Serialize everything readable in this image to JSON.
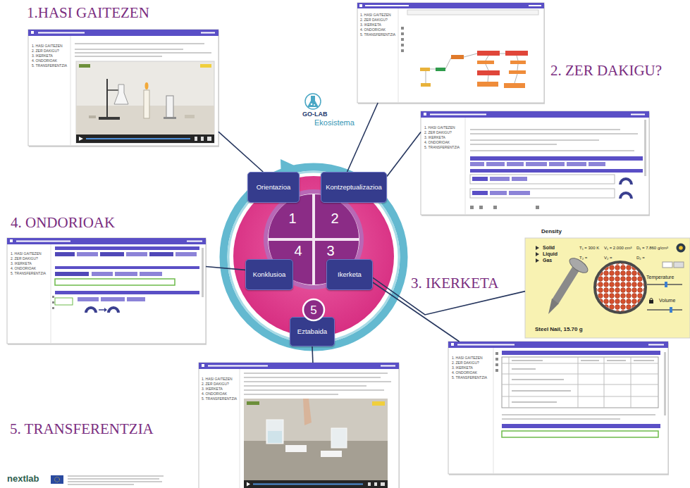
{
  "diagram": {
    "nodes": [
      {
        "text": [
          "1. HASI GAITEZEN",
          "2. ZER DAKIGU?",
          "3. IKERKETA",
          "4. ONDORIOAK",
          "5. TRANSFERENTZIA"
        ]
      },
      {
        "text": [
          "1. HASI GAITEZEN",
          "2. ZER DAKIGU?",
          "3. IKERKETA",
          "4. ONDORIOAK",
          "5. TRANSFERENTZIA"
        ]
      },
      {
        "text": [
          "1. HASI GAITEZEN",
          "2. ZER DAKIGU?",
          "3. IKERKETA",
          "4. ONDORIOAK",
          "5. TRANSFERENTZIA"
        ]
      },
      {
        "text": [
          "Orientazioa"
        ]
      },
      {
        "text": [
          "Kontzeptualizazioa"
        ]
      },
      {
        "text": [
          "1"
        ]
      },
      {
        "text": [
          "2"
        ]
      },
      {
        "text": [
          "4"
        ]
      },
      {
        "text": [
          "3"
        ]
      },
      {
        "text": [
          "1. HASI GAITEZEN",
          "2. ZER DAKIGU?",
          "3. IKERKETA",
          "4. ONDORIOAK",
          "5. TRANSFERENTZIA"
        ]
      },
      {
        "text": [
          "Konklusioa"
        ]
      },
      {
        "text": [
          "Ikerketa"
        ]
      },
      {
        "text": [
          "Density",
          "Solid",
          "Liquid",
          "Gas",
          "T₁ = 300 K",
          "V₁ = 2.000 cm³",
          "D₁ = 7.860 g/cm³",
          "T₂ =",
          "V₂ =",
          "D₂ =",
          "Temperature",
          "Volume",
          "Steel Nail, 15.70 g"
        ]
      },
      {
        "text": [
          "5"
        ]
      },
      {
        "text": [
          "Eztabaida"
        ]
      },
      {
        "text": [
          "1. HASI GAITEZEN",
          "2. ZER DAKIGU?",
          "3. IKERKETA",
          "4. ONDORIOAK",
          "5. TRANSFERENTZIA"
        ]
      },
      {
        "text": [
          "1. HASI GAITEZEN",
          "2. ZER DAKIGU?",
          "3. IKERKETA",
          "4. ONDORIOAK",
          "5. TRANSFERENTZIA"
        ]
      }
    ],
    "edges": [
      {
        "from": 0,
        "to": 3,
        "arrow": "none"
      },
      {
        "from": 1,
        "to": 4,
        "arrow": "none"
      },
      {
        "from": 2,
        "to": 4,
        "arrow": "none"
      },
      {
        "from": 10,
        "to": 9,
        "arrow": "none"
      },
      {
        "from": 11,
        "to": 12,
        "arrow": "none"
      },
      {
        "from": 11,
        "to": 15,
        "arrow": "none"
      },
      {
        "from": 14,
        "to": 16,
        "arrow": "none"
      }
    ],
    "labels": [
      "1.HASI GAITEZEN",
      "2. ZER DAKIGU?",
      "GO-LAB",
      "Ekosistema",
      "4. ONDORIOAK",
      "3. IKERKETA",
      "5. TRANSFERENTZIA",
      "nextlab"
    ]
  }
}
